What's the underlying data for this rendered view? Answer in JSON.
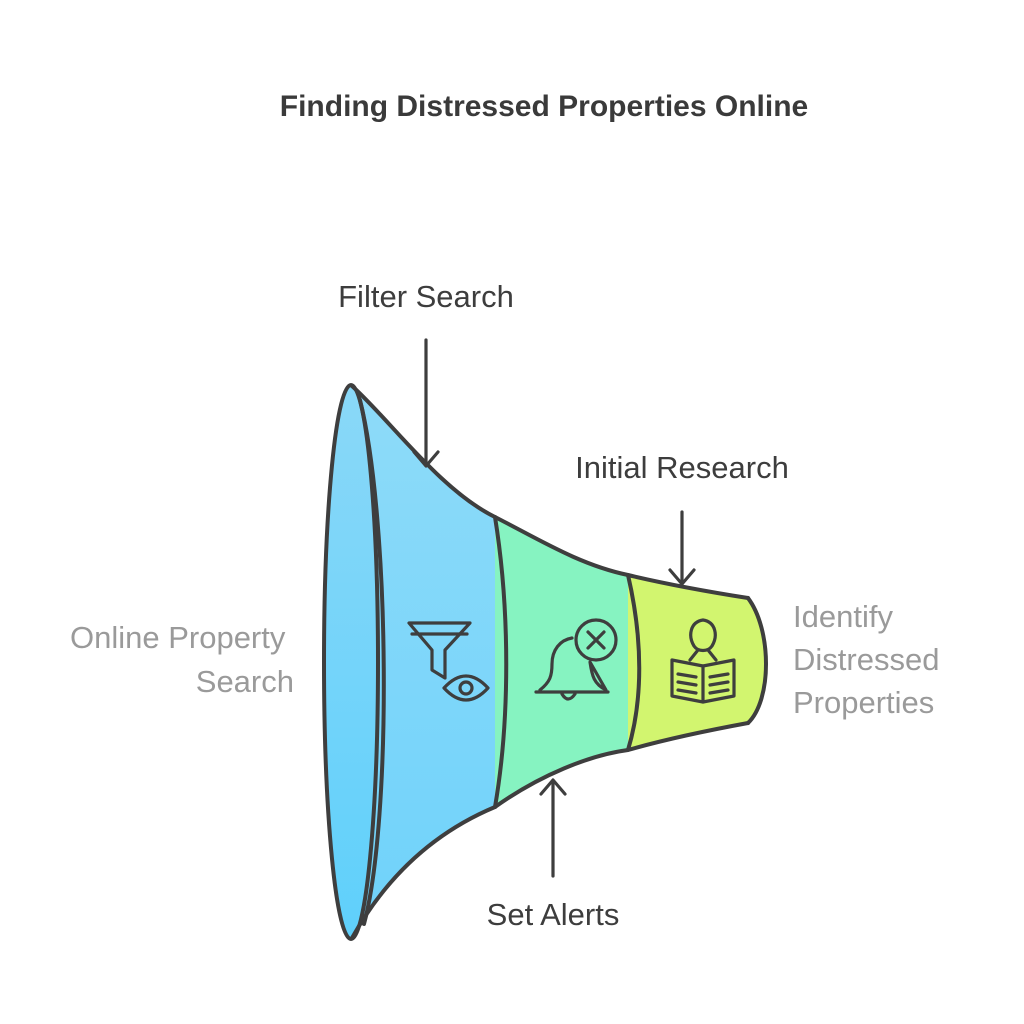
{
  "title": "Finding Distressed Properties Online",
  "stages": [
    {
      "name": "Online Property Search",
      "lines": [
        "Online Property",
        "Search"
      ],
      "color": "#6fcdf6",
      "icon": "cone-mouth"
    },
    {
      "name": "Filter Search",
      "lines": [
        "Filter Search"
      ],
      "color": "#7ed3fb",
      "icon": "funnel-eye-icon"
    },
    {
      "name": "Set Alerts",
      "lines": [
        "Set Alerts"
      ],
      "color": "#86f3c1",
      "icon": "bell-cancel-icon"
    },
    {
      "name": "Initial Research",
      "lines": [
        "Initial Research"
      ],
      "color": "#d2f56f",
      "icon": "person-reading-icon"
    },
    {
      "name": "Identify Distressed Properties",
      "lines": [
        "Identify",
        "Distressed",
        "Properties"
      ],
      "color": "#d2f56f",
      "icon": ""
    }
  ],
  "colors": {
    "outline": "#3e3e3e",
    "label": "#3d3d3d",
    "muted_label": "#9a9a9a",
    "mouth_top": "#8ad8f8",
    "mouth_bottom": "#5fd0fb"
  }
}
